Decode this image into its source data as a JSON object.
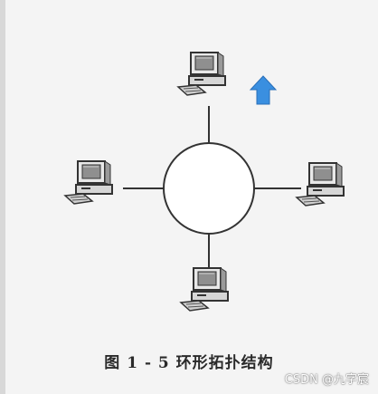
{
  "diagram": {
    "caption": "图 1 - 5   环形拓扑结构",
    "nodes": [
      {
        "id": "top",
        "label": ""
      },
      {
        "id": "left",
        "label": ""
      },
      {
        "id": "right",
        "label": ""
      },
      {
        "id": "bottom",
        "label": ""
      }
    ],
    "ring": {
      "label": ""
    }
  },
  "watermark": {
    "text": "CSDN @九字宸"
  },
  "colors": {
    "background": "#f4f4f4",
    "line": "#444444",
    "arrow": "#3a8fe0"
  },
  "icons": {
    "computer": "desktop-computer-icon",
    "arrow": "up-arrow-icon"
  }
}
